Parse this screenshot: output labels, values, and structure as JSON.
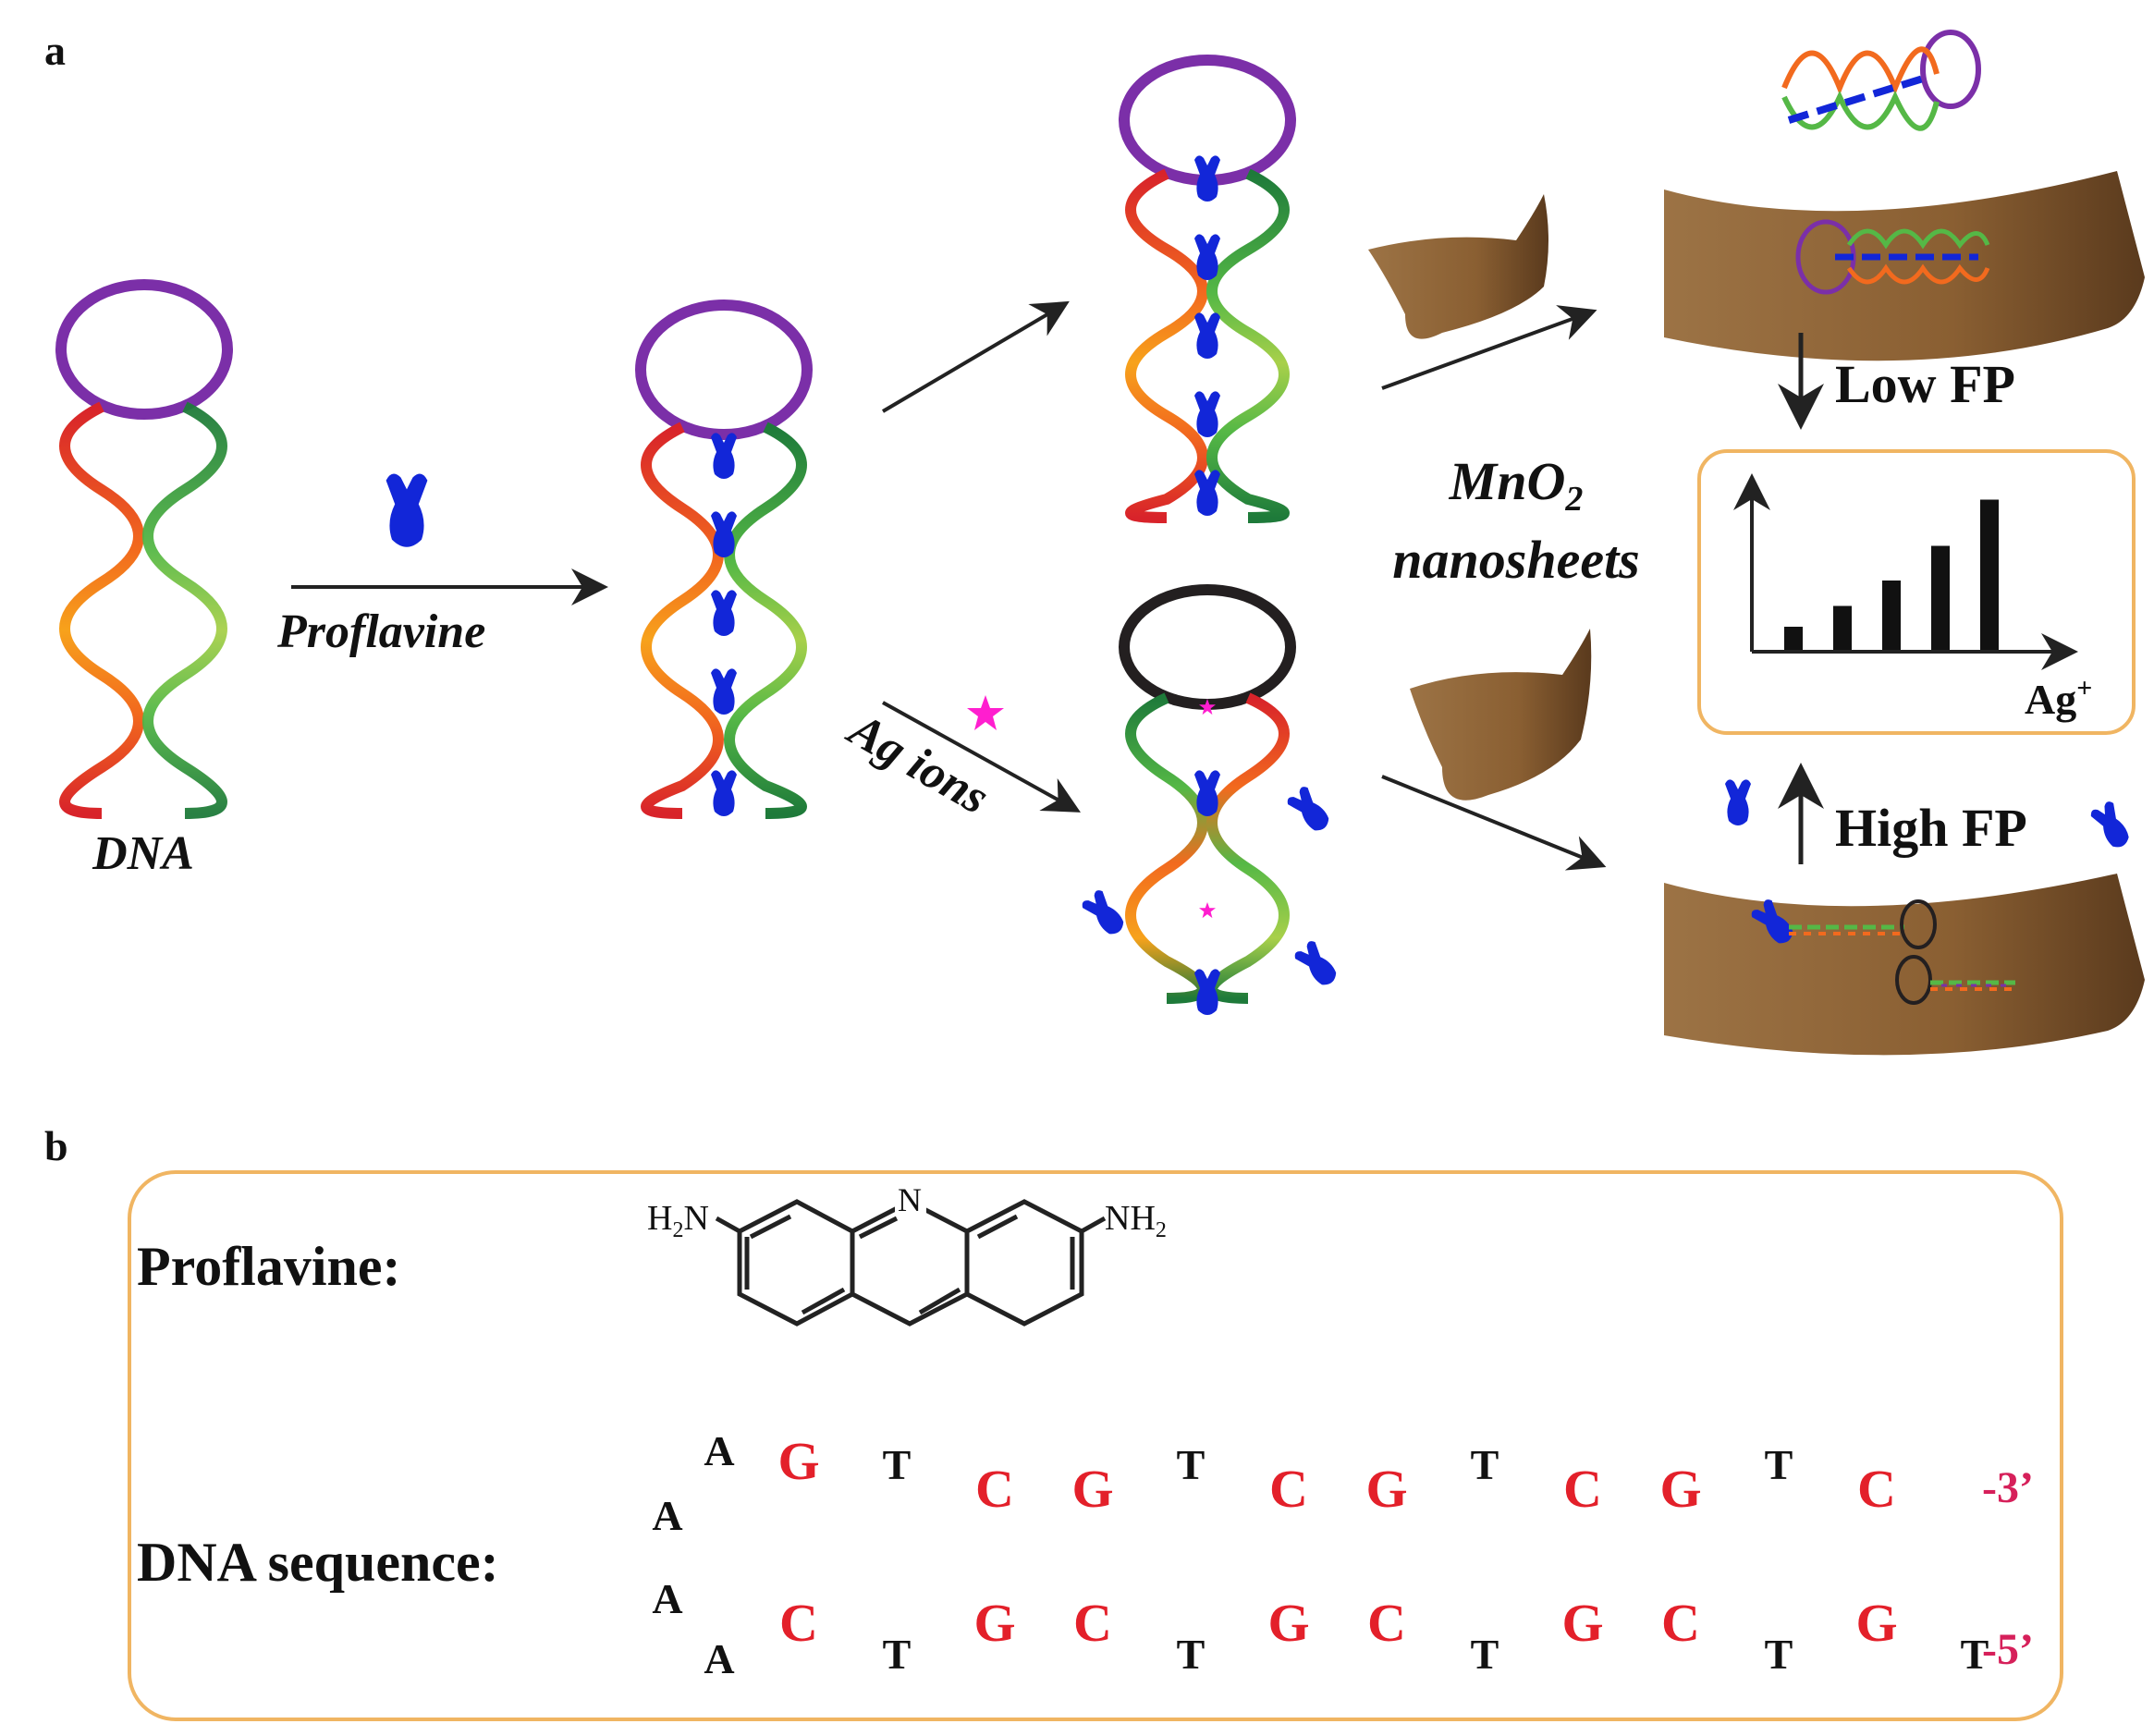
{
  "panel_a": {
    "label": "a",
    "dna_label": "DNA",
    "proflavine_label": "Proflavine",
    "ag_ions_label": "Ag ions",
    "mno2_label_1": "MnO",
    "mno2_subscript": "2",
    "mno2_label_2": "nanosheets",
    "low_fp_label": "Low FP",
    "high_fp_label": "High FP",
    "axis_x_label": "Ag",
    "axis_x_superscript": "+",
    "bars": [
      0.2,
      0.38,
      0.6,
      0.9,
      1.3
    ]
  },
  "panel_b": {
    "label": "b",
    "proflavine_label": "Proflavine:",
    "sequence_label": "DNA sequence:",
    "h2n_label": "H",
    "h2n_sub": "2",
    "h2n_n": "N",
    "nh2_label": "NH",
    "nh2_sub": "2",
    "n_label": "N",
    "loop_bases": [
      "A",
      "A",
      "A",
      "A"
    ],
    "top_strand": [
      "G",
      "T",
      "C",
      "G",
      "T",
      "C",
      "G",
      "T",
      "C",
      "G",
      "T",
      "C"
    ],
    "top_end": "-3’",
    "bottom_strand": [
      "C",
      "T",
      "G",
      "C",
      "T",
      "G",
      "C",
      "T",
      "G",
      "C",
      "T",
      "G",
      "T"
    ],
    "bottom_end": "-5’"
  },
  "colors": {
    "loop": "#7b2fa8",
    "dye": "#1226d8",
    "star": "#ff1ecf",
    "sheet": "#8b6035",
    "box_border": "#f0b562",
    "red_base": "#e3202a",
    "end_label": "#d6205a"
  }
}
